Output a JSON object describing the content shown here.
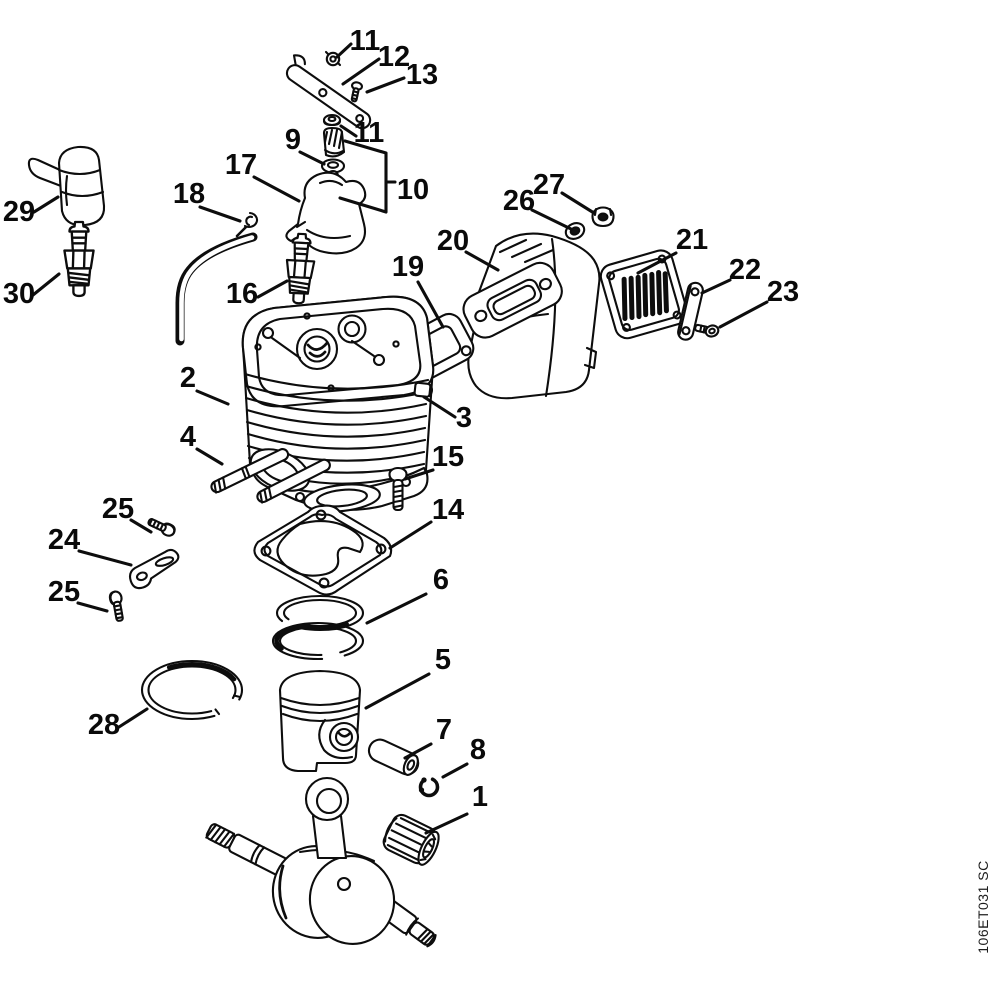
{
  "watermark": {
    "text": "106ET031 SC"
  },
  "callouts": [
    {
      "num": "11"
    },
    {
      "num": "12"
    },
    {
      "num": "13"
    },
    {
      "num": "9"
    },
    {
      "num": "11"
    },
    {
      "num": "10"
    },
    {
      "num": "17"
    },
    {
      "num": "18"
    },
    {
      "num": "29"
    },
    {
      "num": "26"
    },
    {
      "num": "27"
    },
    {
      "num": "20"
    },
    {
      "num": "21"
    },
    {
      "num": "19"
    },
    {
      "num": "22"
    },
    {
      "num": "23"
    },
    {
      "num": "16"
    },
    {
      "num": "30"
    },
    {
      "num": "2"
    },
    {
      "num": "3"
    },
    {
      "num": "4"
    },
    {
      "num": "15"
    },
    {
      "num": "14"
    },
    {
      "num": "25"
    },
    {
      "num": "24"
    },
    {
      "num": "25"
    },
    {
      "num": "6"
    },
    {
      "num": "5"
    },
    {
      "num": "28"
    },
    {
      "num": "7"
    },
    {
      "num": "8"
    },
    {
      "num": "1"
    }
  ]
}
